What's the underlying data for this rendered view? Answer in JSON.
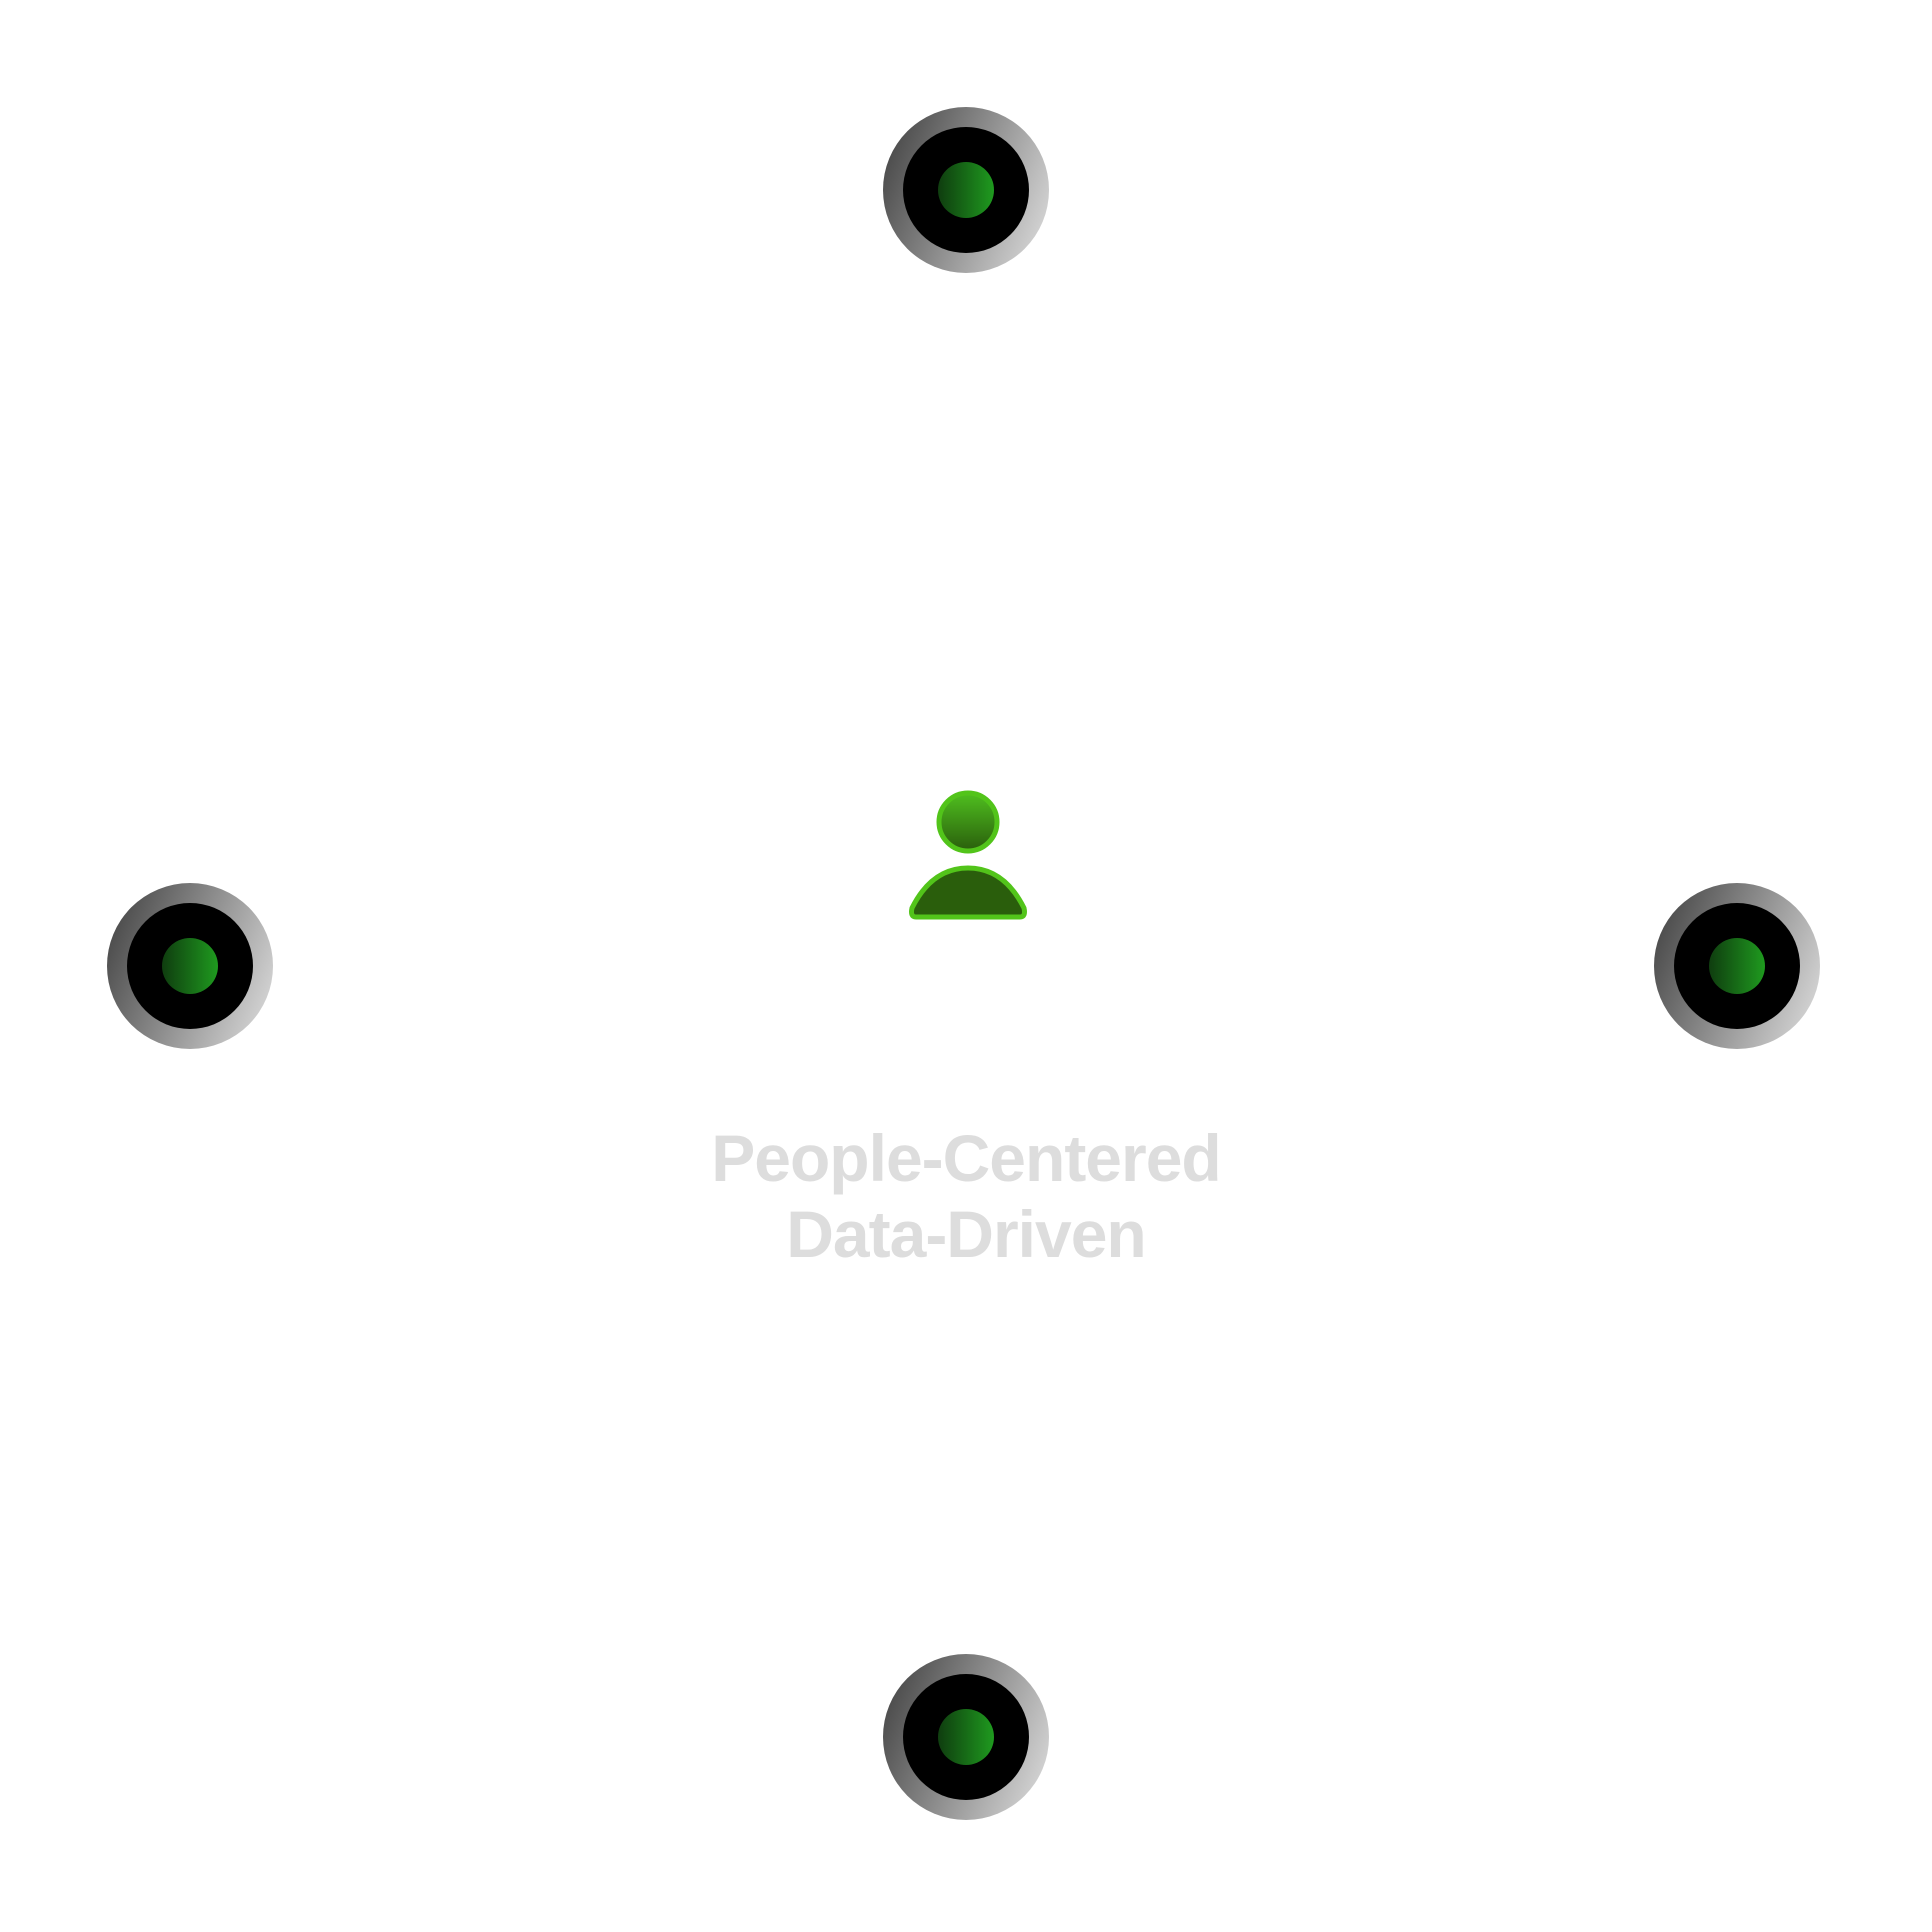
{
  "caption": {
    "line1": "People-Centered",
    "line2": "Data-Driven"
  },
  "icons": {
    "center": "person-icon",
    "nodes": [
      "node-top",
      "node-left",
      "node-right",
      "node-bottom"
    ]
  },
  "colors": {
    "text": "#dddddd",
    "person_fill": "#2a5e0c",
    "person_stroke": "#52c41a",
    "node_core": "#1e8c1e",
    "node_ring": "#000000"
  }
}
